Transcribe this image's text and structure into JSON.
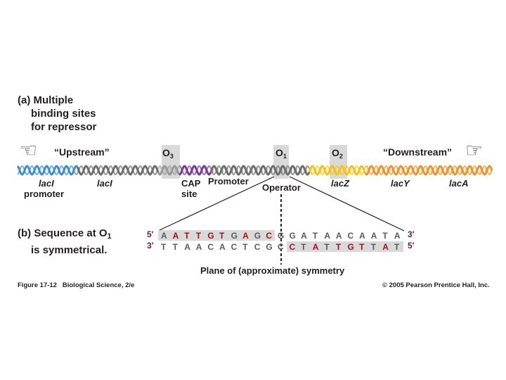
{
  "part_a": {
    "heading_line1": "(a) Multiple",
    "heading_line2": "binding sites",
    "heading_line3": "for repressor"
  },
  "upstream": "“Upstream”",
  "downstream": "“Downstream”",
  "operators": [
    {
      "main": "O",
      "sub": "3"
    },
    {
      "main": "O",
      "sub": "1"
    },
    {
      "main": "O",
      "sub": "2"
    }
  ],
  "gene_labels": {
    "laci_promoter_1": "lacI",
    "laci_promoter_2": "promoter",
    "laci": "lacI",
    "cap_1": "CAP",
    "cap_2": "site",
    "promoter": "Promoter",
    "operator": "Operator",
    "lacz": "lacZ",
    "lacy": "lacY",
    "laca": "lacA"
  },
  "part_b": {
    "heading_line1": "(b) Sequence at O",
    "heading_sub": "1",
    "heading_line2": "is symmetrical."
  },
  "sequence": {
    "top_left": "5′",
    "top_right": "3′",
    "bottom_left": "3′",
    "bottom_right": "5′",
    "top": [
      "A",
      "A",
      "T",
      "T",
      "G",
      "T",
      "G",
      "A",
      "G",
      "C",
      "G",
      "G",
      "A",
      "T",
      "A",
      "A",
      "C",
      "A",
      "A",
      "T",
      "A"
    ],
    "bottom": [
      "T",
      "T",
      "A",
      "A",
      "C",
      "A",
      "C",
      "T",
      "C",
      "G",
      "C",
      "C",
      "T",
      "A",
      "T",
      "T",
      "G",
      "T",
      "T",
      "A",
      "T"
    ],
    "top_red": [
      1,
      2,
      3,
      4,
      5,
      7,
      9
    ],
    "bottom_red": [
      11,
      13,
      15,
      16,
      17,
      19
    ]
  },
  "symmetry_label": "Plane of (approximate) symmetry",
  "figure_caption": "Figure 17-12   Biological Science, 2/e",
  "copyright": "© 2005 Pearson Prentice Hall, Inc.",
  "colors": {
    "helix_blue": "#3f8fc8",
    "helix_gray": "#6e6e6e",
    "helix_purple": "#7a3b98",
    "helix_yellow": "#f2c418",
    "helix_orange": "#e8962e",
    "highlight": "#d9d9d9",
    "red_base": "#a3111b"
  }
}
